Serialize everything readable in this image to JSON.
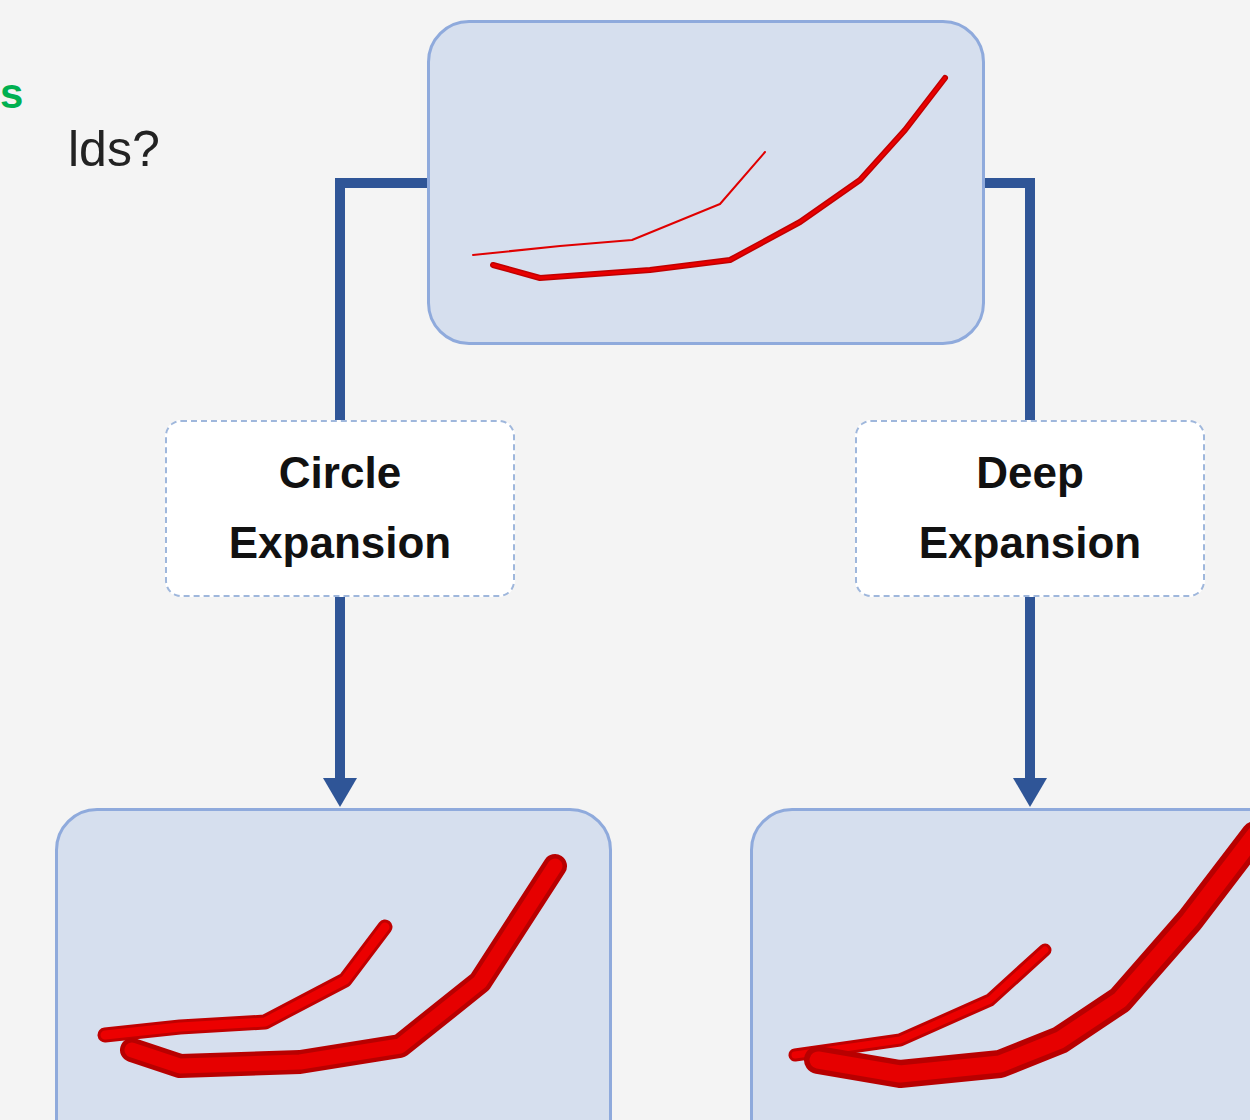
{
  "diagram": {
    "nodes": [
      {
        "text": []
      },
      {
        "text": []
      },
      {
        "text": []
      }
    ],
    "edges": [
      {
        "from": 0,
        "to": 1,
        "arrow": "to",
        "label": "Circle Expansion"
      },
      {
        "from": 0,
        "to": 2,
        "arrow": "to",
        "label": "Deep Expansion"
      }
    ],
    "labels": [
      "s",
      "lds?"
    ]
  }
}
